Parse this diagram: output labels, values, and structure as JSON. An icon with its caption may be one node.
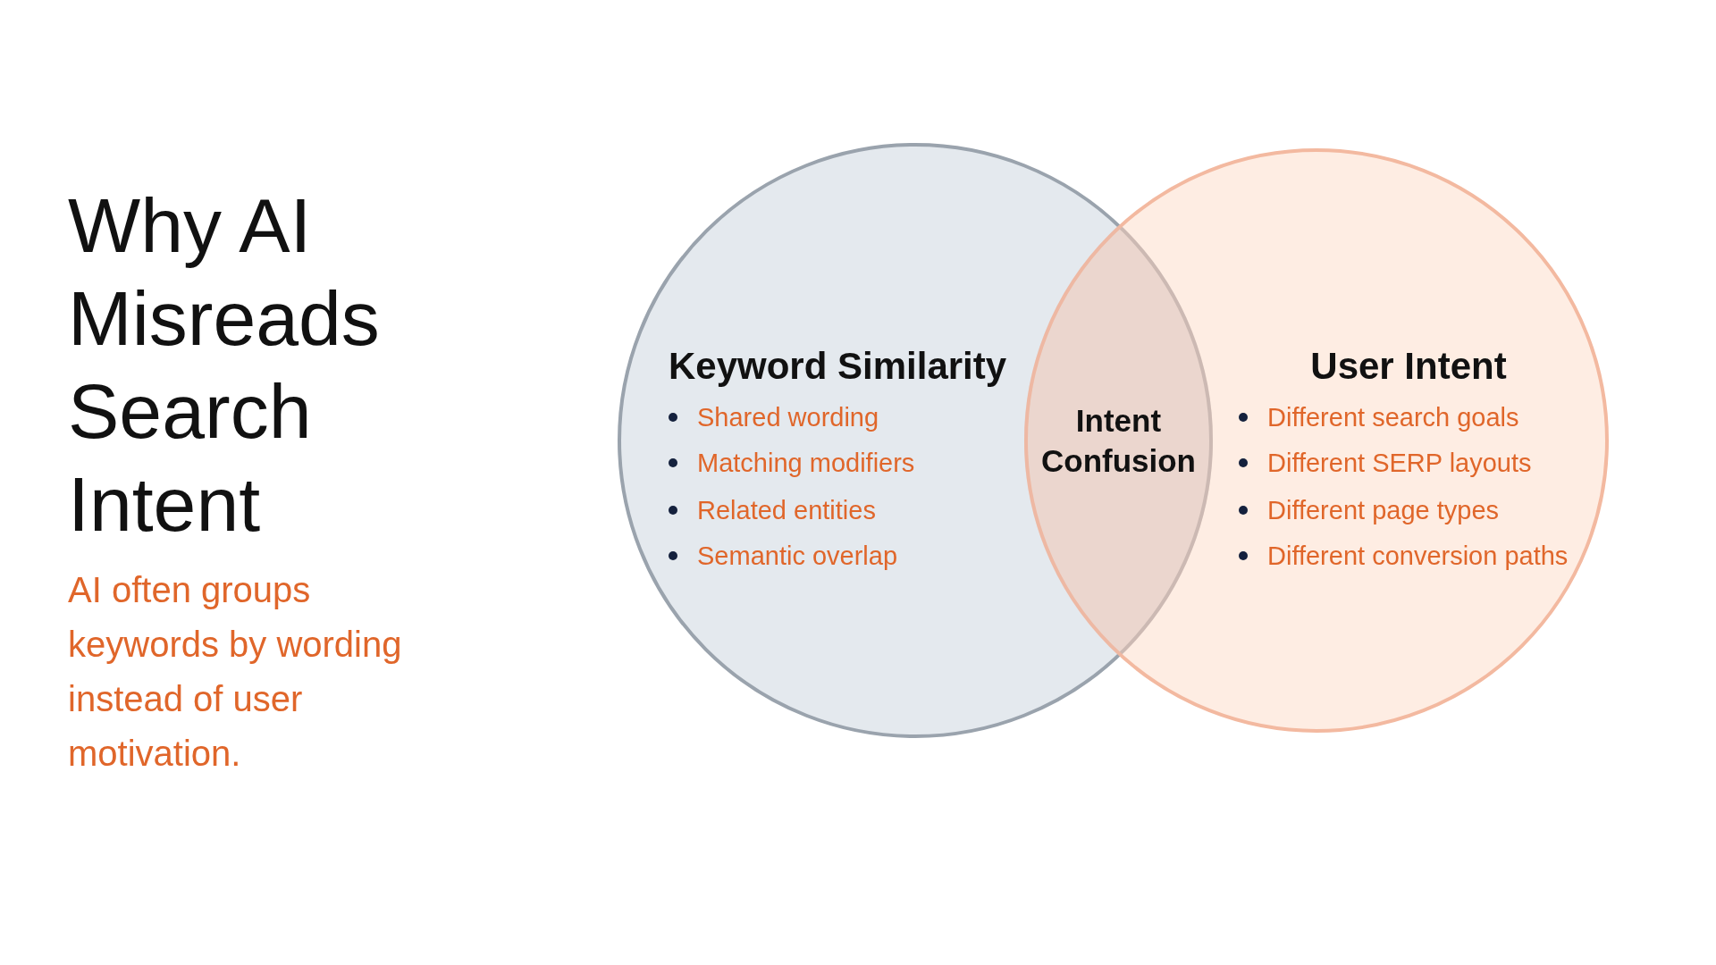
{
  "diagram": {
    "title": "Why AI Misreads Search Intent",
    "nodes": [
      {
        "text": [
          "Keyword Similarity",
          "Shared wording",
          "Matching modifiers",
          "Related entities",
          "Semantic overlap"
        ]
      },
      {
        "text": [
          "Intent Confusion"
        ]
      },
      {
        "text": [
          "User Intent",
          "Different search goals",
          "Different SERP layouts",
          "Different page types",
          "Different conversion paths"
        ]
      }
    ],
    "edges": [],
    "labels": [
      "AI often groups keywords by wording instead of user motivation."
    ]
  }
}
